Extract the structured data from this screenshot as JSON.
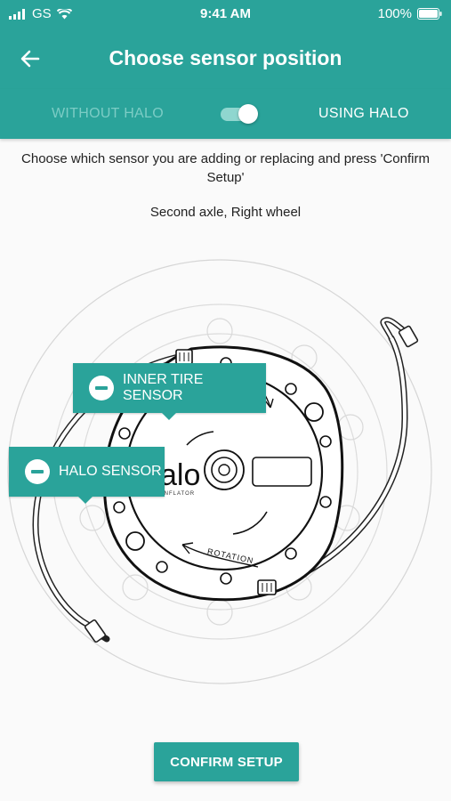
{
  "status_bar": {
    "carrier": "GS",
    "time": "9:41 AM",
    "battery": "100%"
  },
  "header": {
    "title": "Choose sensor position",
    "back_icon": "arrow-left-icon"
  },
  "mode_toggle": {
    "left_label": "WITHOUT HALO",
    "right_label": "USING HALO",
    "state": "right"
  },
  "instruction": "Choose which sensor you are adding or replacing and press 'Confirm Setup'",
  "selected_position": "Second axle, Right wheel",
  "diagram": {
    "hub_logo_text": "alo",
    "hub_sub_text": "INFLATOR",
    "rotation_label": "ROTATION"
  },
  "callouts": {
    "inner_tire": {
      "label": "INNER TIRE SENSOR",
      "icon": "minus-circle-icon"
    },
    "halo": {
      "label": "HALO SENSOR",
      "icon": "minus-circle-icon"
    }
  },
  "confirm_button": "CONFIRM SETUP",
  "colors": {
    "primary": "#2aa39a",
    "toggle_track": "#8fd6cf",
    "inactive_tab": "#7cccc5"
  }
}
